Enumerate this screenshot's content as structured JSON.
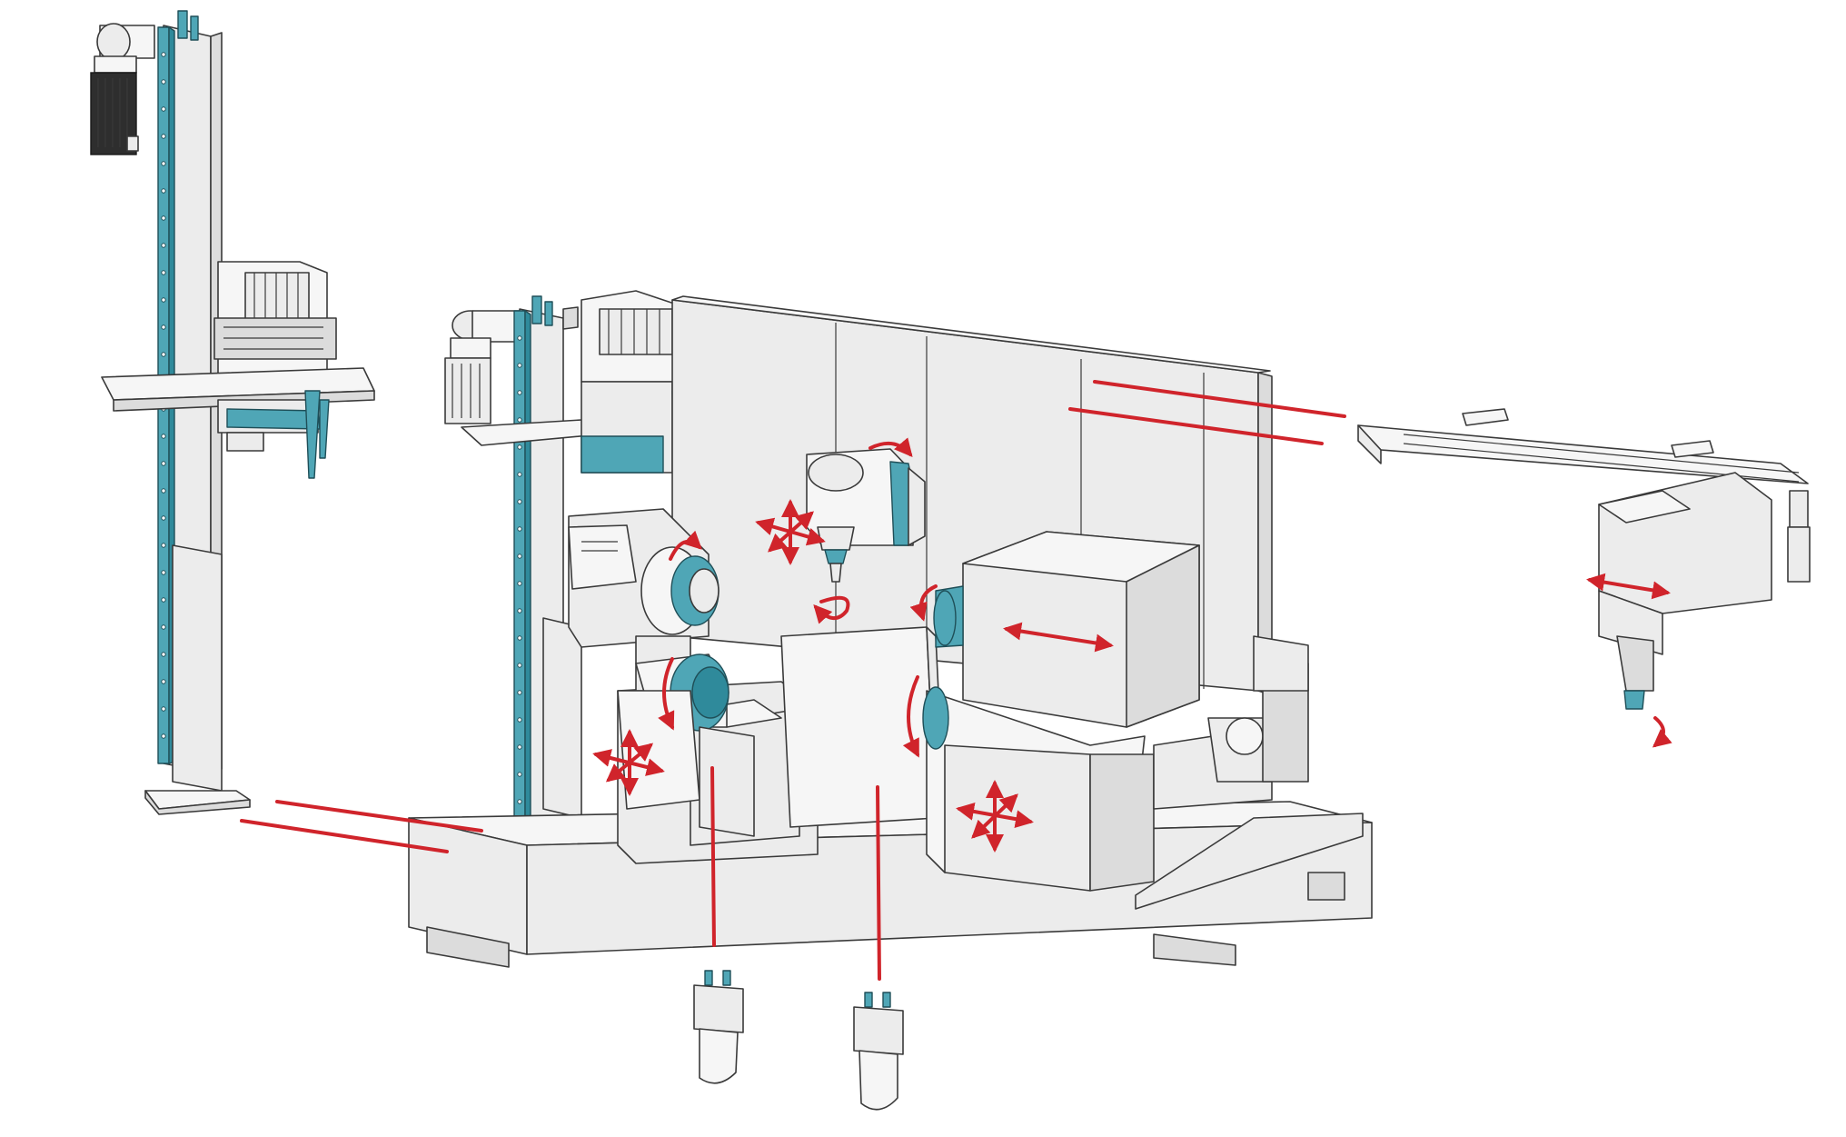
{
  "figure": {
    "palette": {
      "housing": "#ececec",
      "housing_shade": "#dcdcdc",
      "outline": "#3a3a3a",
      "accent_teal": "#4fa6b6",
      "motion_red": "#d0242b",
      "motor_dark": "#2e2e2e"
    },
    "components": [
      "gantry-loader-left",
      "gantry-loader-center",
      "machine-bed",
      "back-wall-panel",
      "vertical-spindle-head",
      "main-spindle-left",
      "counter-spindle-right",
      "tool-turret",
      "overhead-gantry-right",
      "gripper-left",
      "gripper-right"
    ],
    "motion_symbols": [
      "linear-arrow",
      "cross-arrows",
      "rotation-arrow",
      "connector-line"
    ]
  }
}
